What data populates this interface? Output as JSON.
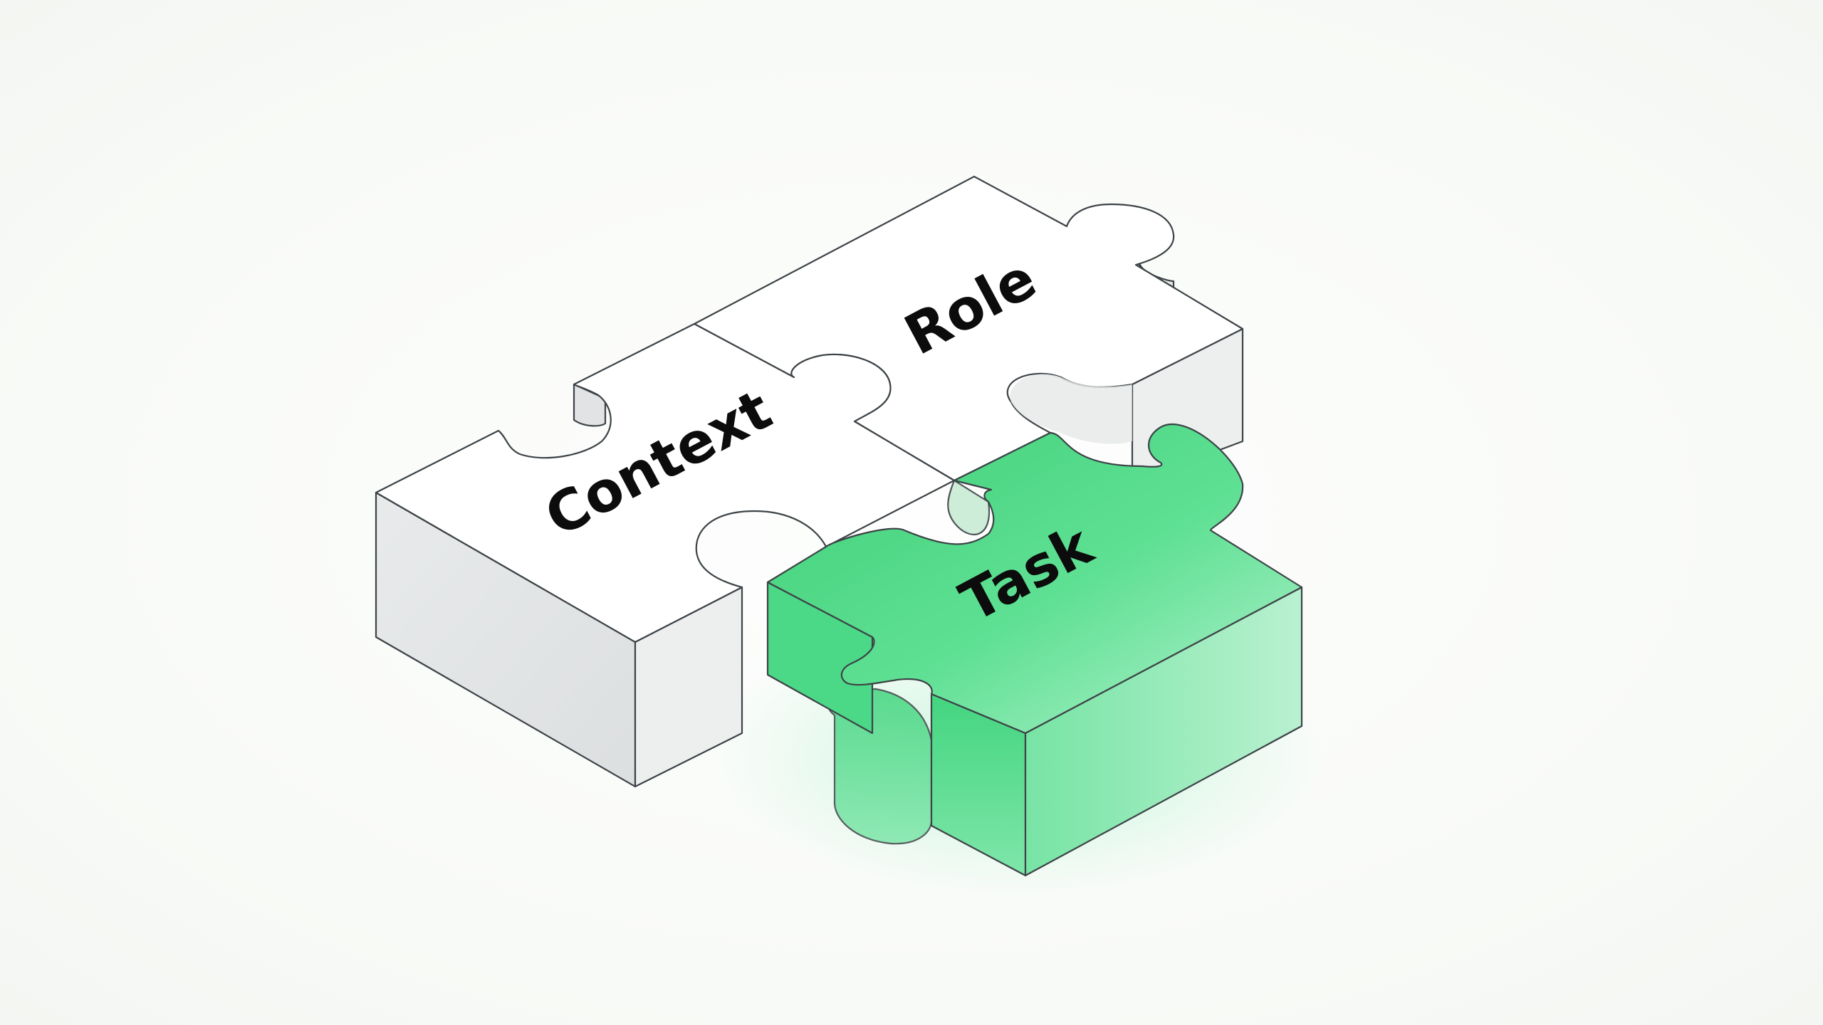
{
  "pieces": [
    {
      "label": "Context",
      "state": "white",
      "color": "#ffffff"
    },
    {
      "label": "Role",
      "state": "white",
      "color": "#ffffff"
    },
    {
      "label": "Task",
      "state": "highlighted",
      "color": "#3fd47a"
    }
  ],
  "colors": {
    "background": "#f9fbf8",
    "white_top": "#ffffff",
    "white_side_left": "#e2e4e5",
    "white_side_right": "#edefef",
    "green_top": "#49d884",
    "green_side_left": "#55dc8e",
    "green_side_right": "#a8efc6",
    "outline": "#3d4347"
  }
}
